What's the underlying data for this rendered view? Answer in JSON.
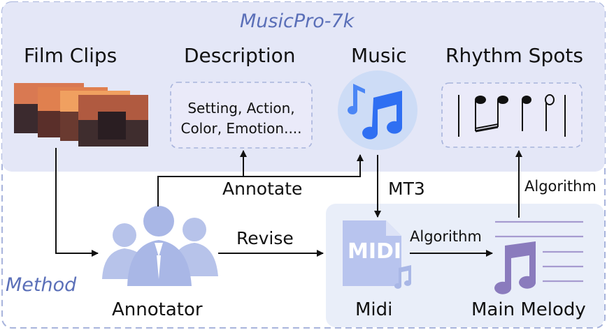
{
  "diagram": {
    "dataset_title": "MusicPro-7k",
    "method_label": "Method",
    "sections": {
      "film_clips": "Film Clips",
      "description": "Description",
      "music": "Music",
      "rhythm_spots": "Rhythm Spots"
    },
    "description_box": {
      "line1": "Setting, Action,",
      "line2": "Color, Emotion...."
    },
    "nodes": {
      "annotator": "Annotator",
      "midi": "Midi",
      "main_melody": "Main Melody",
      "midi_icon_text": "MIDI"
    },
    "arrows": {
      "annotate": "Annotate",
      "revise": "Revise",
      "mt3": "MT3",
      "algorithm_horizontal": "Algorithm",
      "algorithm_vertical": "Algorithm"
    },
    "icons": [
      "film-clips-icon",
      "music-note-icon",
      "annotator-people-icon",
      "midi-file-icon",
      "melody-note-icon",
      "rhythm-notes-icon"
    ],
    "colors": {
      "dataset_panel": "#e4e7f7",
      "method_panel": "#e9eef9",
      "dashed_border": "#a8b4dc",
      "people_icon": "#b7c3ea",
      "music_circle": "#cddcf6",
      "music_note": "#2f6ff2",
      "midi_icon": "#b8c4ee",
      "melody_note": "#8a7bbd",
      "melody_lines": "#a79bd0",
      "title_accent": "#5a6fb8"
    }
  }
}
